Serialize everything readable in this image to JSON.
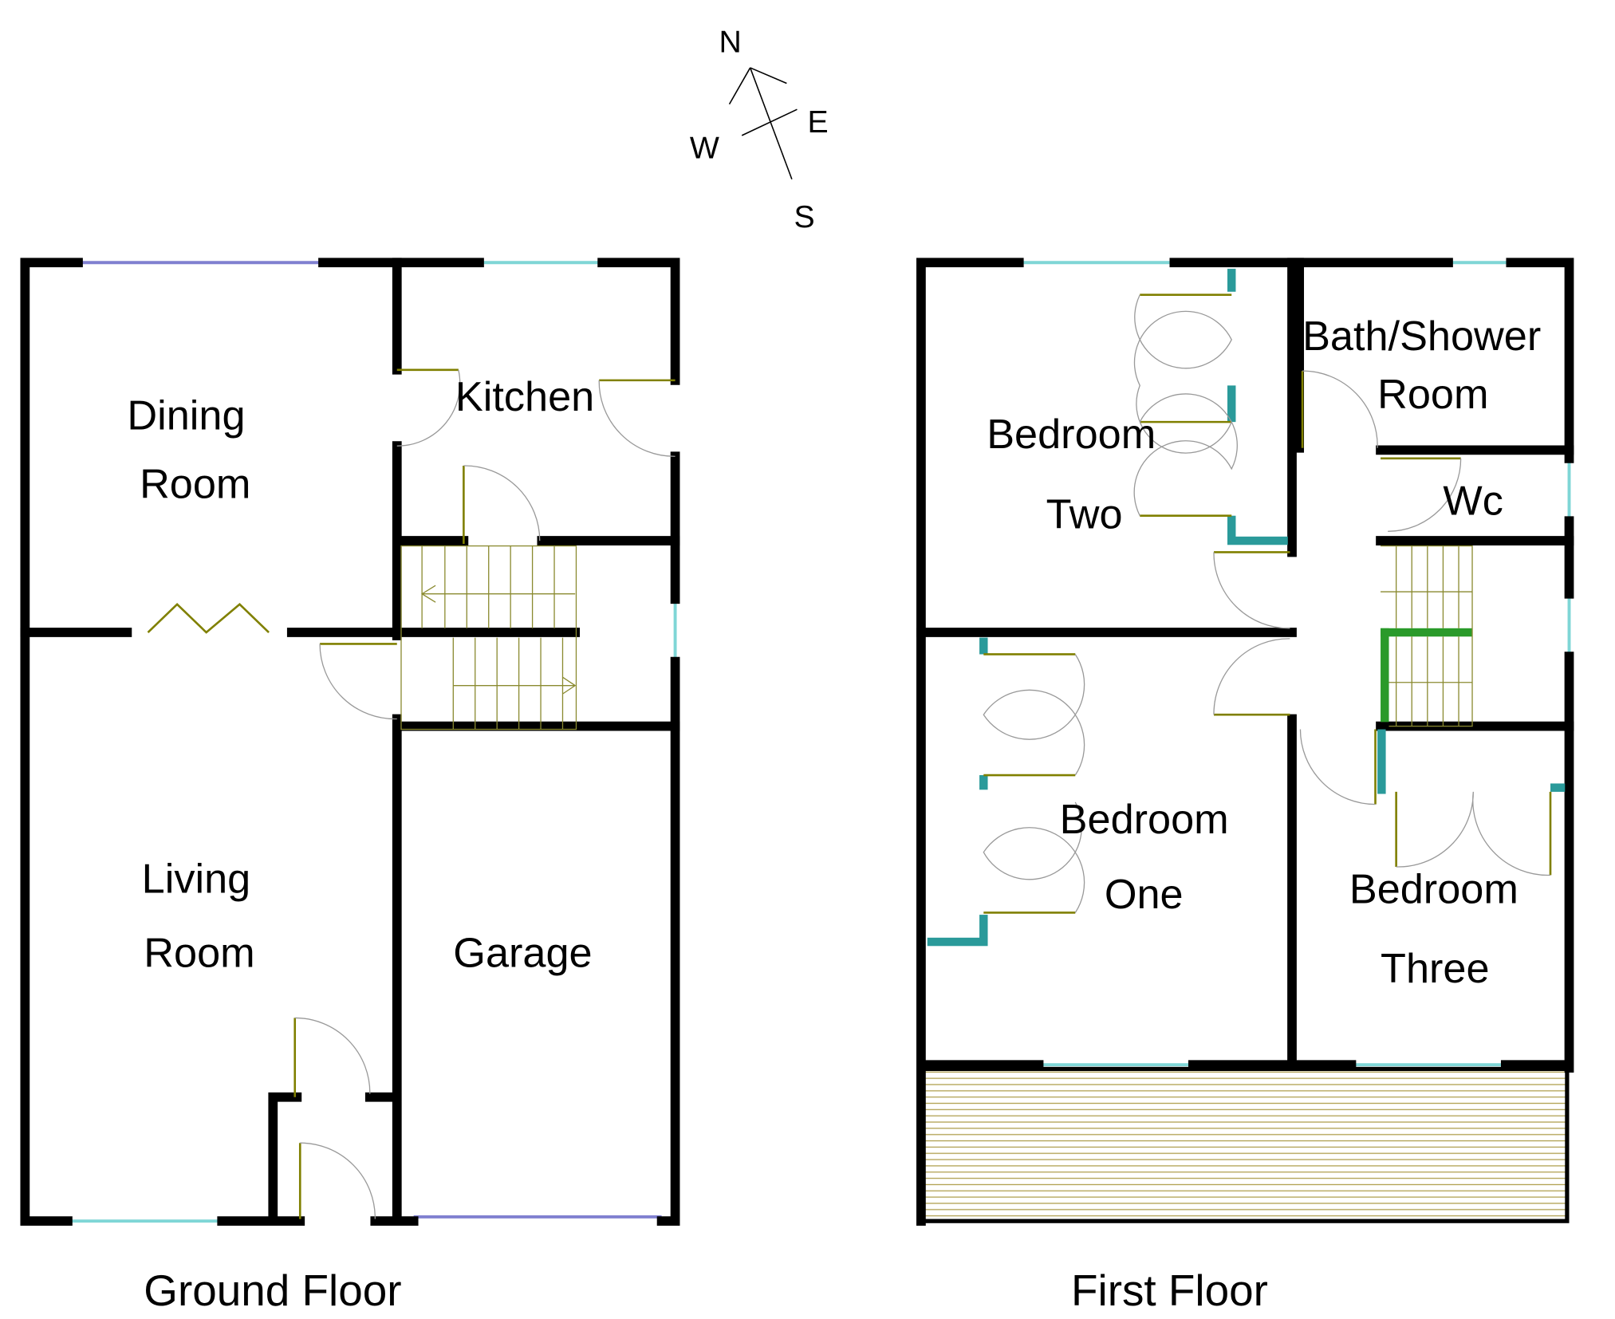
{
  "compass": {
    "north": "N",
    "east": "E",
    "south": "S",
    "west": "W"
  },
  "ground_floor": {
    "caption": "Ground Floor",
    "rooms": {
      "dining_1": "Dining",
      "dining_2": "Room",
      "kitchen": "Kitchen",
      "living_1": "Living",
      "living_2": "Room",
      "garage": "Garage"
    }
  },
  "first_floor": {
    "caption": "First Floor",
    "rooms": {
      "bed_two_1": "Bedroom",
      "bed_two_2": "Two",
      "bath_1": "Bath/Shower",
      "bath_2": "Room",
      "wc": "Wc",
      "bed_one_1": "Bedroom",
      "bed_one_2": "One",
      "bed_three_1": "Bedroom",
      "bed_three_2": "Three"
    }
  },
  "colors": {
    "wall": "#000000",
    "window": "#7fd6d6",
    "door": "#808000",
    "wardrobe": "#2a9a9a"
  }
}
